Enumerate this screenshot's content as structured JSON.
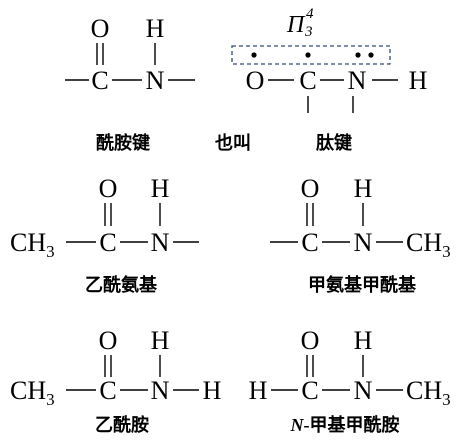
{
  "amide_bond": {
    "o": "O",
    "h": "H",
    "c": "C",
    "n": "N",
    "caption": "酰胺键"
  },
  "peptide_bond": {
    "pi": {
      "symbol": "Π",
      "sub": "3",
      "sup": "4"
    },
    "o": "O",
    "c": "C",
    "n": "N",
    "h": "H",
    "connector": "也叫",
    "caption": "肽键"
  },
  "acetylamino": {
    "ch": "CH",
    "ch_sub": "3",
    "c": "C",
    "o": "O",
    "n": "N",
    "h": "H",
    "caption": "乙酰氨基"
  },
  "methylcarbamoyl": {
    "c": "C",
    "o": "O",
    "n": "N",
    "h": "H",
    "ch": "CH",
    "ch_sub": "3",
    "caption": "甲氨基甲酰基"
  },
  "acetamide": {
    "ch": "CH",
    "ch_sub": "3",
    "c": "C",
    "o": "O",
    "n": "N",
    "h_top": "H",
    "h_end": "H",
    "caption": "乙酰胺"
  },
  "n_methylformamide": {
    "h_start": "H",
    "c": "C",
    "o": "O",
    "n": "N",
    "h_top": "H",
    "ch": "CH",
    "ch_sub": "3",
    "caption_italic": "N",
    "caption": "-甲基甲酰胺"
  },
  "colors": {
    "red_caption": "#d7191c",
    "pi_box": "#2f4a78"
  }
}
